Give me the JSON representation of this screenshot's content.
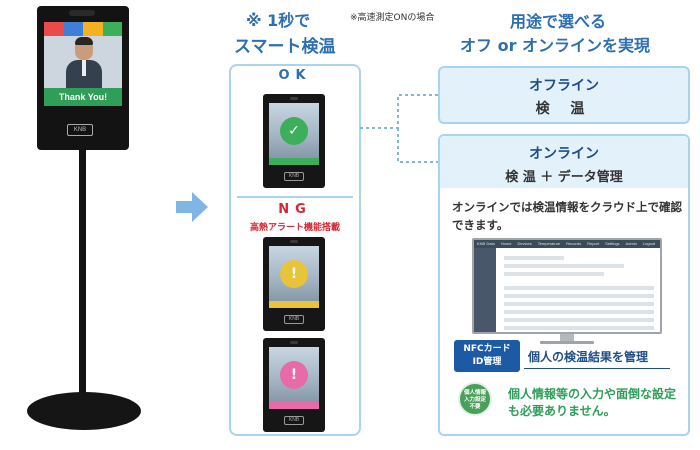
{
  "stand": {
    "screen_banner": "Thank You!",
    "logo": "KNB",
    "status_colors": [
      "#e94a4a",
      "#3f7fd6",
      "#f2b221",
      "#3cae5c"
    ]
  },
  "middle": {
    "heading_line1": "※ 1秒で",
    "heading_note": "※高速測定ONの場合",
    "heading_line2": "スマート検温",
    "ok_label": "OK",
    "ng_label": "NG",
    "ng_sublabel": "高熱アラート機能搭載",
    "tablet_logo": "KNB",
    "ok_color": "#3cae5c",
    "ng_colors": [
      "#e8c43a",
      "#e86aa6"
    ]
  },
  "right": {
    "heading_line1": "用途で選べる",
    "heading_line2": "オフ or オンラインを実現",
    "offline": {
      "title": "オフライン",
      "subtitle": "検 温"
    },
    "online": {
      "title": "オンライン",
      "subtitle": "検 温 ＋ データ管理",
      "description": "オンラインでは検温情報をクラウド上で確認できます。"
    },
    "monitor_tabs": [
      "KNB Data",
      "Home",
      "Devices",
      "Temperature",
      "Records",
      "Report",
      "Settings",
      "Admin",
      "Logout"
    ],
    "nfc_badge_line1": "NFCカード",
    "nfc_badge_line2": "ID管理",
    "nfc_text": "個人の検温結果を管理",
    "noinput_badge_line1": "個人情報",
    "noinput_badge_line2": "入力設定",
    "noinput_badge_line3": "不要",
    "noinput_text": "個人情報等の入力や面倒な設定も必要ありません。"
  },
  "colors": {
    "accent_blue": "#2d6fb0",
    "border_blue": "#a9d3ee",
    "ng_red": "#d6262f",
    "ok_green": "#2e9e58"
  }
}
